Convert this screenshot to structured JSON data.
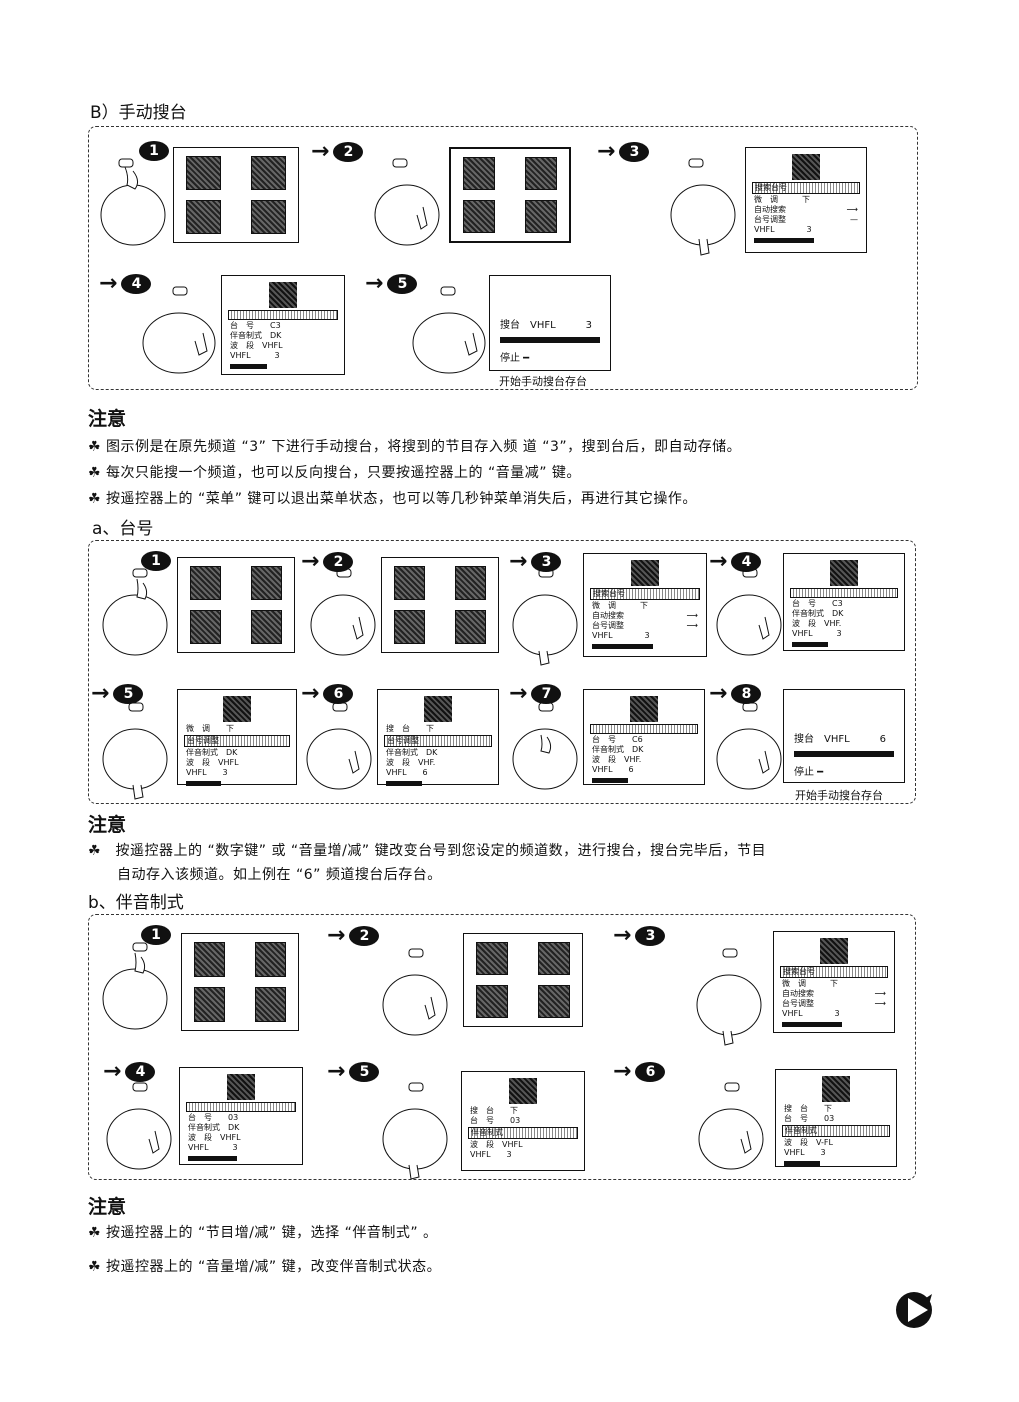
{
  "section_b": {
    "heading": "B）手动搜台",
    "step_numbers": [
      "1",
      "2",
      "3",
      "4",
      "5"
    ],
    "menu_items": [
      "搜索台号",
      "微　调　　　下",
      "自动搜索",
      "台号调整",
      "VHFL　　　　3"
    ],
    "step4_items": [
      "台　号　　C3",
      "伴音制式　DK",
      "波　段　VHFL",
      "VHFL　　　3"
    ],
    "result_lines": [
      "搜台　VHFL　　　3",
      "停止 ━"
    ],
    "caption": "开始手动搜台存台"
  },
  "notes1": {
    "title": "注意",
    "items": [
      "☘ 图示例是在原先频道 “3” 下进行手动搜台，将搜到的节目存入频 道 “3”，搜到台后，即自动存储。",
      "☘ 每次只能搜一个频道，也可以反向搜台，只要按遥控器上的 “音量减” 键。",
      "☘ 按遥控器上的 “菜单” 键可以退出菜单状态，也可以等几秒钟菜单消失后，再进行其它操作。"
    ]
  },
  "section_a": {
    "heading": "a、台号",
    "step_numbers": [
      "1",
      "2",
      "3",
      "4",
      "5",
      "6",
      "7",
      "8"
    ],
    "menu_items": [
      "搜索台号",
      "微　调　　　下",
      "自动搜索",
      "台号调整",
      "VHFL　　　　3"
    ],
    "step4_items": [
      "台　号　　C3",
      "伴音制式　DK",
      "波　段　VHF.",
      "VHFL　　　3"
    ],
    "step5_items": [
      "微　调　　下",
      "台号调整",
      "伴音制式　DK",
      "波　段　VHFL",
      "VHFL　　3"
    ],
    "step6_items": [
      "搜　台　　下",
      "台号调整",
      "伴音制式　DK",
      "波　段　VHF.",
      "VHFL　　6"
    ],
    "step7_items": [
      "台　号　　C6",
      "伴音制式　DK",
      "波　段　VHF.",
      "VHFL　　6"
    ],
    "result_lines": [
      "搜台　VHFL　　　6",
      "停止 ━"
    ],
    "caption": "开始手动搜台存台"
  },
  "notes2": {
    "title": "注意",
    "items": [
      "☘　按遥控器上的 “数字键” 或 “音量增/减” 键改变台号到您设定的频道数，进行搜台，搜台完毕后，节目",
      "　　自动存入该频道。如上例在 “6” 频道搜台后存台。"
    ]
  },
  "section_b2": {
    "heading": "b、伴音制式",
    "step_numbers": [
      "1",
      "2",
      "3",
      "4",
      "5",
      "6"
    ],
    "menu_items": [
      "搜索台号",
      "微　调　　　下",
      "自动搜索",
      "台号调整",
      "VHFL　　　　3"
    ],
    "step4_items": [
      "台　号　　03",
      "伴音制式　DK",
      "波　段　VHFL",
      "VHFL　　　3"
    ],
    "step5_items": [
      "搜　台　　下",
      "台　号　　03",
      "伴音制式",
      "波　段　VHFL",
      "VHFL　　3"
    ],
    "step6_items": [
      "搜　台　　下",
      "台　号　　03",
      "伴音制式",
      "波　段　V-FL",
      "VHFL　　3"
    ]
  },
  "notes3": {
    "title": "注意",
    "items": [
      "☘ 按遥控器上的 “节目增/减” 键，选择 “伴音制式” 。",
      "☘ 按遥控器上的 “音量增/减” 键，改变伴音制式状态。"
    ]
  }
}
